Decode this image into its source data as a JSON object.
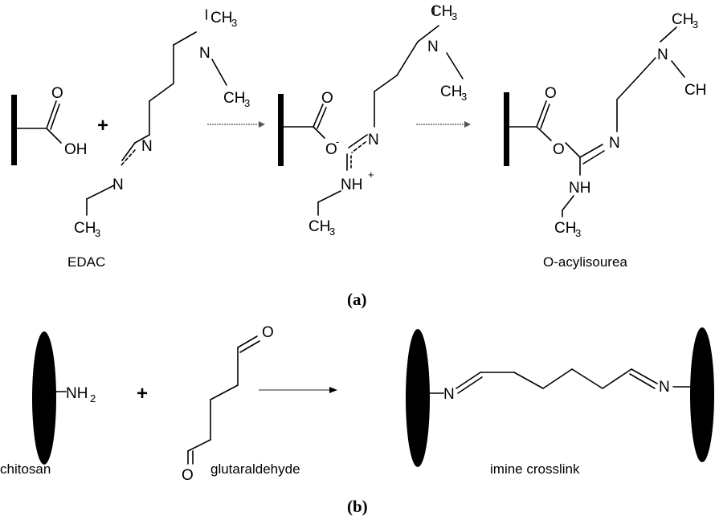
{
  "panel_a": {
    "label": "(a)",
    "edac_name": "EDAC",
    "acylisourea_name": "O-acylisourea",
    "plus": "+",
    "atoms": {
      "carbonyl_o": "O",
      "hydroxyl": "OH",
      "carboxylate_o": "O",
      "carboxylate_charge": "-",
      "amine_n": "N",
      "methyl": "CH",
      "methyl_sub": "3",
      "imine_n": "N",
      "protonated_nh": "NH",
      "plus_charge": "+",
      "nh": "NH",
      "ester_o": "O"
    }
  },
  "panel_b": {
    "label": "(b)",
    "chitosan_name": "chitosan",
    "glutaraldehyde_name": "glutaraldehyde",
    "crosslink_name": "imine crosslink",
    "plus": "+",
    "amine_group": "NH",
    "amine_sub": "2",
    "aldehyde_o": "O",
    "imine_n": "N"
  }
}
